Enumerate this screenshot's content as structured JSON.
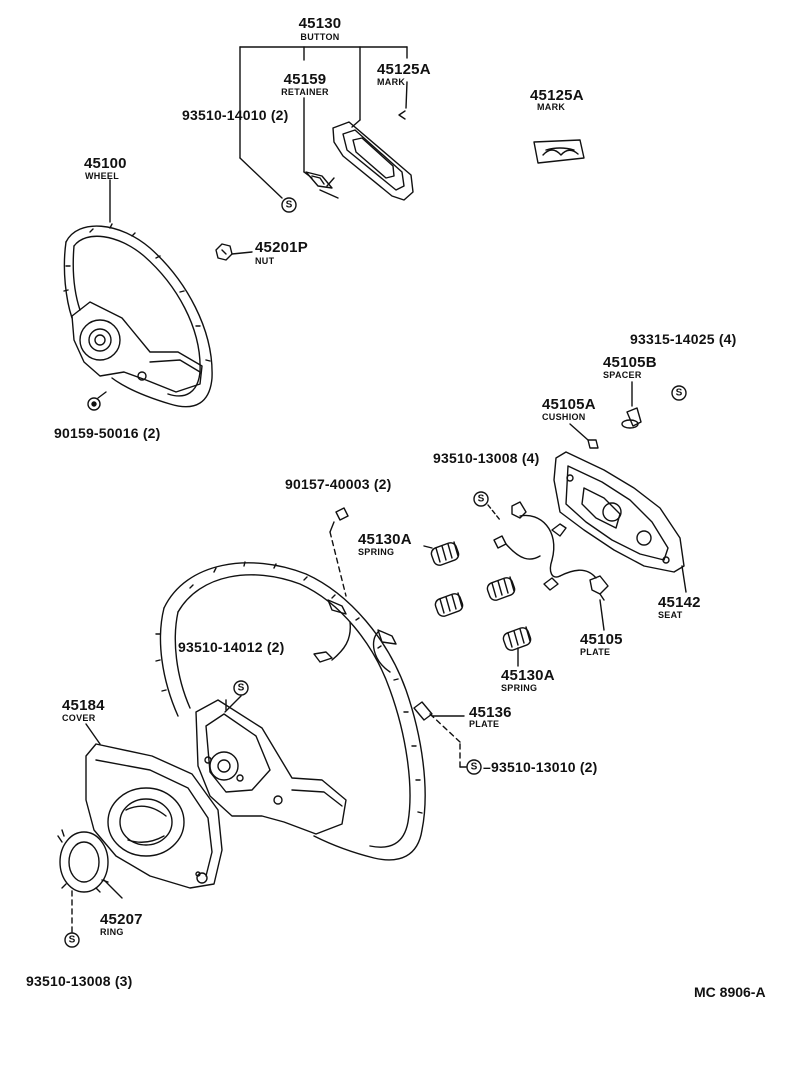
{
  "diagram": {
    "ref_code": "MC 8906-A",
    "screw_symbol": "S",
    "parts": [
      {
        "id": "button",
        "number": "45130",
        "name": "BUTTON"
      },
      {
        "id": "retainer",
        "number": "45159",
        "name": "RETAINER"
      },
      {
        "id": "mark-a",
        "number": "45125A",
        "name": "MARK"
      },
      {
        "id": "mark-b",
        "number": "45125A",
        "name": "MARK"
      },
      {
        "id": "screw-14010",
        "number": "93510-14010 (2)",
        "name": ""
      },
      {
        "id": "wheel",
        "number": "45100",
        "name": "WHEEL"
      },
      {
        "id": "nut",
        "number": "45201P",
        "name": "NUT"
      },
      {
        "id": "bolt-50016",
        "number": "90159-50016 (2)",
        "name": ""
      },
      {
        "id": "screw-14025",
        "number": "93315-14025 (4)",
        "name": ""
      },
      {
        "id": "spacer",
        "number": "45105B",
        "name": "SPACER"
      },
      {
        "id": "cushion",
        "number": "45105A",
        "name": "CUSHION"
      },
      {
        "id": "screw-13008-4",
        "number": "93510-13008 (4)",
        "name": ""
      },
      {
        "id": "screw-40003",
        "number": "90157-40003 (2)",
        "name": ""
      },
      {
        "id": "spring-a",
        "number": "45130A",
        "name": "SPRING"
      },
      {
        "id": "seat",
        "number": "45142",
        "name": "SEAT"
      },
      {
        "id": "plate-45105",
        "number": "45105",
        "name": "PLATE"
      },
      {
        "id": "screw-14012",
        "number": "93510-14012 (2)",
        "name": ""
      },
      {
        "id": "spring-b",
        "number": "45130A",
        "name": "SPRING"
      },
      {
        "id": "cover",
        "number": "45184",
        "name": "COVER"
      },
      {
        "id": "plate-45136",
        "number": "45136",
        "name": "PLATE"
      },
      {
        "id": "screw-13010",
        "number": "93510-13010 (2)",
        "name": ""
      },
      {
        "id": "ring",
        "number": "45207",
        "name": "RING"
      },
      {
        "id": "screw-13008-3",
        "number": "93510-13008 (3)",
        "name": ""
      }
    ]
  }
}
